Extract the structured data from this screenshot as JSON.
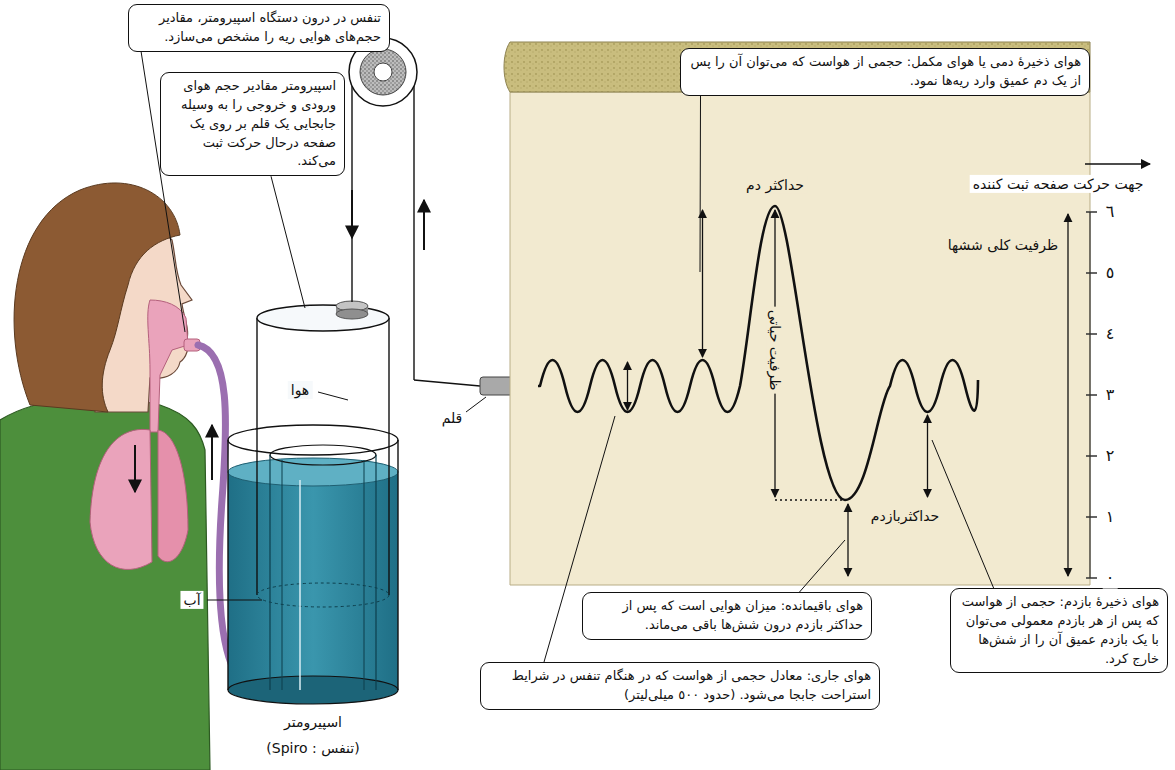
{
  "diagram": {
    "nodes": [
      {
        "text": [
          "تنفس در درون دستگاه اسپیرومتر، مقادیر حجم‌های هوایی ریه را مشخص می‌سازد."
        ]
      },
      {
        "text": [
          "اسپیرومتر مقادیر حجم هوای ورودی و خروجی را به وسیله جابجایی یک قلم بر روی یک صفحه درحال حرکت ثبت می‌کند."
        ]
      },
      {
        "text": [
          "هوای ذخیرهٔ دمی یا هوای مکمل: حجمی از هواست که می‌توان آن را پس از یک دم عمیق وارد ریه‌ها نمود."
        ]
      },
      {
        "text": [
          "هوای باقیمانده: میزان هوایی است که پس از حداکثر بازدم درون شش‌ها باقی می‌ماند."
        ]
      },
      {
        "text": [
          "هوای ذخیرهٔ بازدم: حجمی از هواست که پس از هر بازدم معمولی می‌توان با یک بازدم عمیق آن را از شش‌ها خارج کرد."
        ]
      },
      {
        "text": [
          "هوای جاری: معادل حجمی از هواست که در هنگام تنفس در شرایط استراحت جابجا می‌شود. (حدود ٥٠٠ میلی‌لیتر)"
        ]
      }
    ],
    "labels": [
      "هوا",
      "آب",
      "قلم",
      "اسپیرومتر",
      "(تنفس : Spiro)",
      "حداکثر دم",
      "ظرفیت حیاتی",
      "ظرفیت کلی ششها",
      "حداکثربازدم",
      "جهت حرکت صفحه ثبت کننده",
      "٦",
      "٥",
      "٤",
      "٣",
      "٢",
      "١",
      "٠"
    ]
  }
}
